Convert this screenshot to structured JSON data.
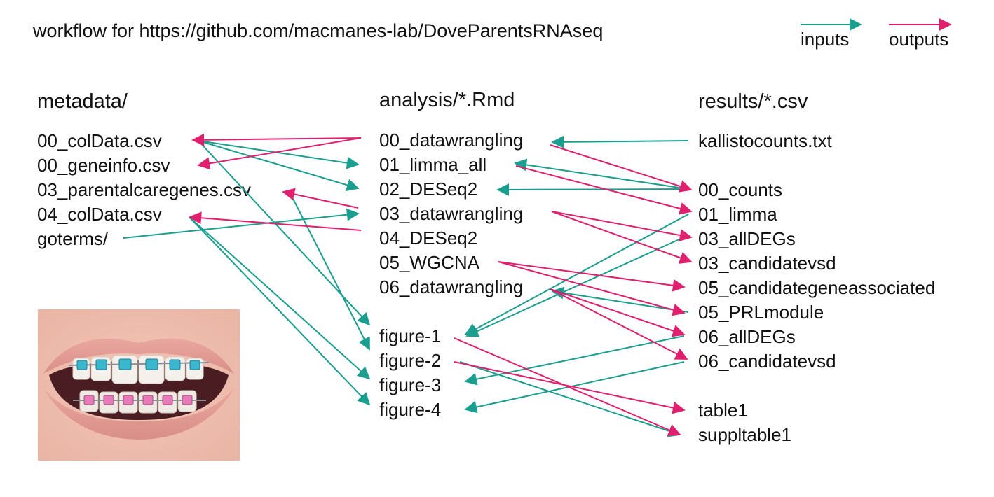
{
  "title": "workflow for https://github.com/macmanes-lab/DoveParentsRNAseq",
  "legend": {
    "inputs_label": "inputs",
    "outputs_label": "outputs",
    "inputs_color": "#1a9e8f",
    "outputs_color": "#e0206e"
  },
  "columns": {
    "metadata": {
      "header": "metadata/",
      "items": [
        "00_colData.csv",
        "00_geneinfo.csv",
        "03_parentalcaregenes.csv",
        "04_colData.csv",
        "goterms/"
      ]
    },
    "analysis": {
      "header": "analysis/*.Rmd",
      "items": [
        "00_datawrangling",
        "01_limma_all",
        "02_DESeq2",
        "03_datawrangling",
        "04_DESeq2",
        "05_WGCNA",
        "06_datawrangling"
      ],
      "figures": [
        "figure-1",
        "figure-2",
        "figure-3",
        "figure-4"
      ]
    },
    "results": {
      "header": "results/*.csv",
      "items": [
        "kallistocounts.txt",
        "00_counts",
        "01_limma",
        "03_allDEGs",
        "03_candidatevsd",
        "05_candidategeneassociated",
        "05_PRLmodule",
        "06_allDEGs",
        "06_candidatevsd",
        "table1",
        "suppltable1"
      ]
    }
  },
  "photo": {
    "description_icon": "braces-photo"
  }
}
